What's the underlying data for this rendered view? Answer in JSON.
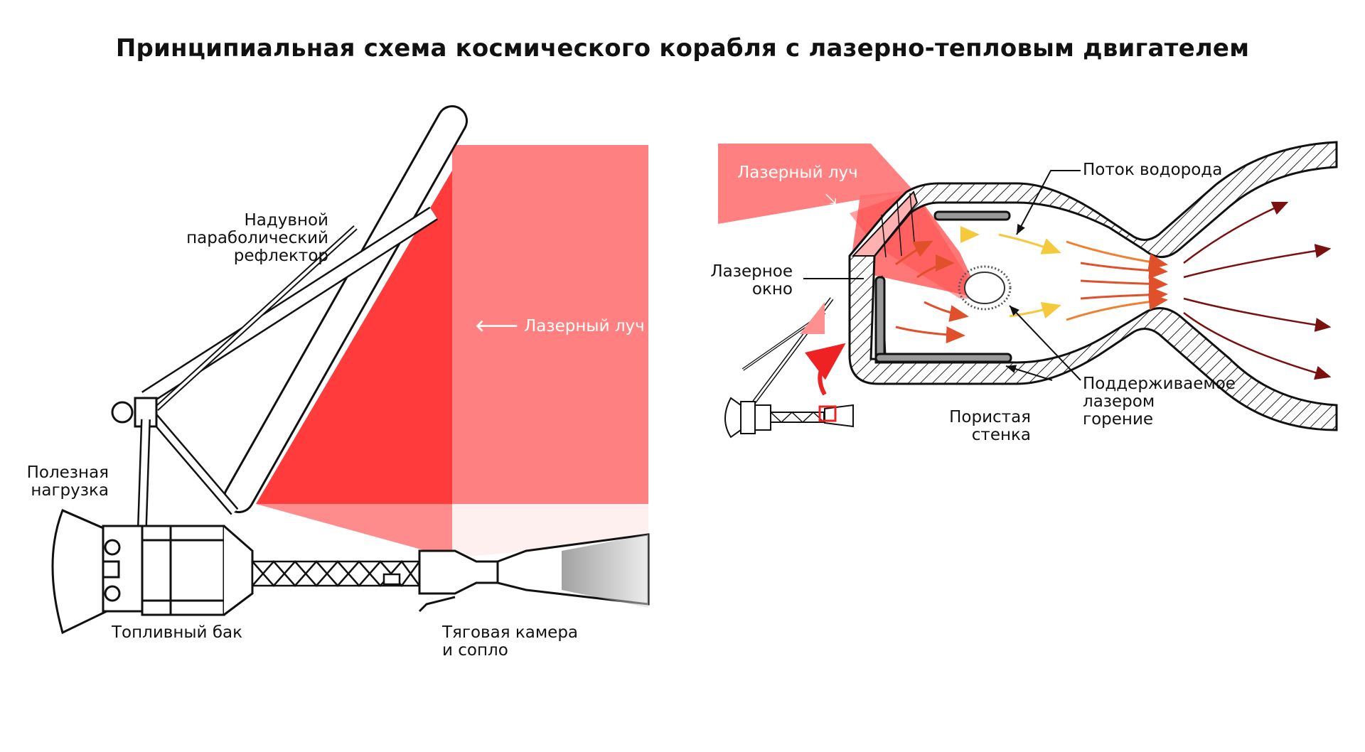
{
  "title": "Принципиальная схема космического корабля с лазерно-тепловым двигателем",
  "left_diagram": {
    "reflector_label": [
      "Надувной",
      "параболический",
      "рефлектор"
    ],
    "payload_label": [
      "Полезная",
      "нагрузка"
    ],
    "tank_label": "Топливный бак",
    "chamber_label": [
      "Тяговая камера",
      "и сопло"
    ],
    "beam_label": "Лазерный луч",
    "beam_arrow": "🡐"
  },
  "right_diagram": {
    "beam_label": "Лазерный луч",
    "beam_arrow": "🡖",
    "hydrogen_label": "Поток водорода",
    "window_label": [
      "Лазерное",
      "окно"
    ],
    "porous_label": [
      "Пористая",
      "стенка"
    ],
    "combustion_label": [
      "Поддерживаемое",
      "лазером",
      "горение"
    ]
  },
  "colors": {
    "beam_light": "#ff8080",
    "beam_dark": "#ff3b3b",
    "beam_faint": "#ffb3b3",
    "hatch": "#222222",
    "flow_hot": "#e0502a",
    "flow_warm": "#f5c93c",
    "exhaust": "#7a1010"
  }
}
